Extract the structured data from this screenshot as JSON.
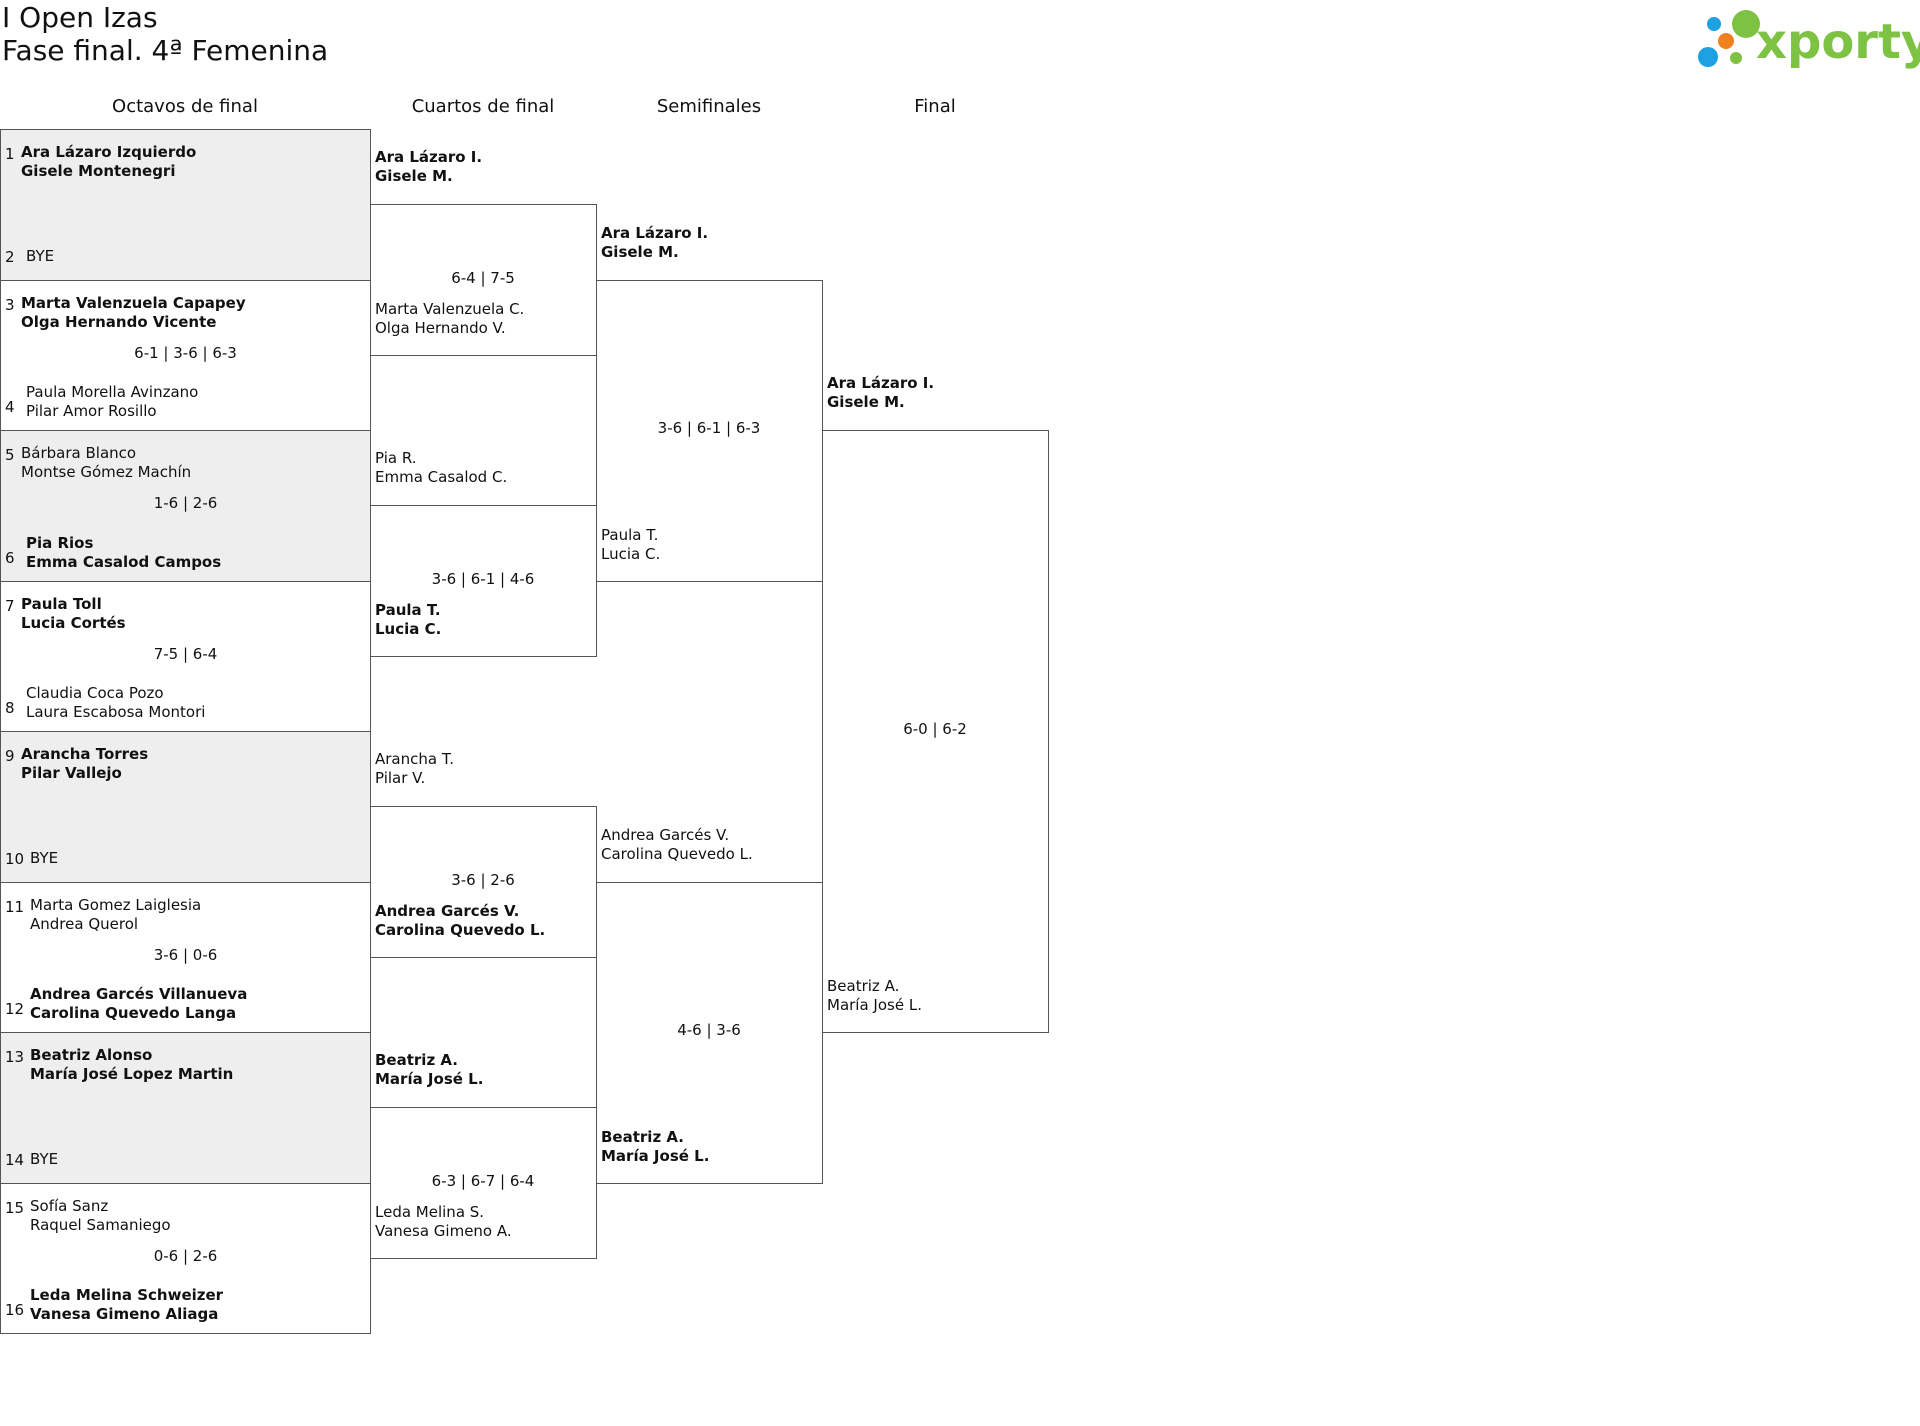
{
  "title": "I Open Izas",
  "subtitle": "Fase final. 4ª Femenina",
  "logo_text": "xporty",
  "rounds": [
    "Octavos de final",
    "Cuartos de final",
    "Semifinales",
    "Final"
  ],
  "r16": [
    {
      "seed_a": "1",
      "a1": "Ara Lázaro Izquierdo",
      "a2": "Gisele Montenegri",
      "a_win": true,
      "seed_b": "2",
      "b1": "BYE",
      "b2": "",
      "b_win": false,
      "score": ""
    },
    {
      "seed_a": "3",
      "a1": "Marta Valenzuela Capapey",
      "a2": "Olga Hernando Vicente",
      "a_win": true,
      "seed_b": "4",
      "b1": "Paula Morella Avinzano",
      "b2": "Pilar Amor Rosillo",
      "b_win": false,
      "score": "6-1 | 3-6 | 6-3"
    },
    {
      "seed_a": "5",
      "a1": "Bárbara Blanco",
      "a2": "Montse Gómez Machín",
      "a_win": false,
      "seed_b": "6",
      "b1": "Pia Rios",
      "b2": "Emma Casalod Campos",
      "b_win": true,
      "score": "1-6 | 2-6"
    },
    {
      "seed_a": "7",
      "a1": "Paula Toll",
      "a2": "Lucia Cortés",
      "a_win": true,
      "seed_b": "8",
      "b1": "Claudia Coca Pozo",
      "b2": "Laura Escabosa Montori",
      "b_win": false,
      "score": "7-5 | 6-4"
    },
    {
      "seed_a": "9",
      "a1": "Arancha Torres",
      "a2": "Pilar Vallejo",
      "a_win": true,
      "seed_b": "10",
      "b1": "BYE",
      "b2": "",
      "b_win": false,
      "score": ""
    },
    {
      "seed_a": "11",
      "a1": "Marta Gomez Laiglesia",
      "a2": "Andrea Querol",
      "a_win": false,
      "seed_b": "12",
      "b1": "Andrea Garcés Villanueva",
      "b2": "Carolina Quevedo Langa",
      "b_win": true,
      "score": "3-6 | 0-6"
    },
    {
      "seed_a": "13",
      "a1": "Beatriz Alonso",
      "a2": "María José Lopez Martin",
      "a_win": true,
      "seed_b": "14",
      "b1": "BYE",
      "b2": "",
      "b_win": false,
      "score": ""
    },
    {
      "seed_a": "15",
      "a1": "Sofía Sanz",
      "a2": "Raquel Samaniego",
      "a_win": false,
      "seed_b": "16",
      "b1": "Leda Melina Schweizer",
      "b2": "Vanesa Gimeno Aliaga",
      "b_win": true,
      "score": "0-6 | 2-6"
    }
  ],
  "qf": [
    {
      "a1": "Ara Lázaro I.",
      "a2": "Gisele M.",
      "a_win": true,
      "b1": "Marta Valenzuela C.",
      "b2": "Olga Hernando V.",
      "b_win": false,
      "score": "6-4 | 7-5"
    },
    {
      "a1": "Pia R.",
      "a2": "Emma Casalod C.",
      "a_win": false,
      "b1": "Paula T.",
      "b2": "Lucia C.",
      "b_win": true,
      "score": "3-6 | 6-1 | 4-6"
    },
    {
      "a1": "Arancha T.",
      "a2": "Pilar V.",
      "a_win": false,
      "b1": "Andrea Garcés V.",
      "b2": "Carolina Quevedo L.",
      "b_win": true,
      "score": "3-6 | 2-6"
    },
    {
      "a1": "Beatriz A.",
      "a2": "María José L.",
      "a_win": true,
      "b1": "Leda Melina S.",
      "b2": "Vanesa Gimeno A.",
      "b_win": false,
      "score": "6-3 | 6-7 | 6-4"
    }
  ],
  "sf": [
    {
      "a1": "Ara Lázaro I.",
      "a2": "Gisele M.",
      "a_win": true,
      "b1": "Paula T.",
      "b2": "Lucia C.",
      "b_win": false,
      "score": "3-6 | 6-1 | 6-3"
    },
    {
      "a1": "Andrea Garcés V.",
      "a2": "Carolina Quevedo L.",
      "a_win": false,
      "b1": "Beatriz A.",
      "b2": "María José L.",
      "b_win": true,
      "score": "4-6 | 3-6"
    }
  ],
  "final": {
    "a1": "Ara Lázaro I.",
    "a2": "Gisele M.",
    "a_win": true,
    "b1": "Beatriz A.",
    "b2": "María José L.",
    "b_win": false,
    "score": "6-0 | 6-2"
  },
  "colors": {
    "logo_text": "#7dc242",
    "dot_green": "#7dc242",
    "dot_blue": "#1da1e2",
    "dot_orange": "#f07f1e"
  }
}
